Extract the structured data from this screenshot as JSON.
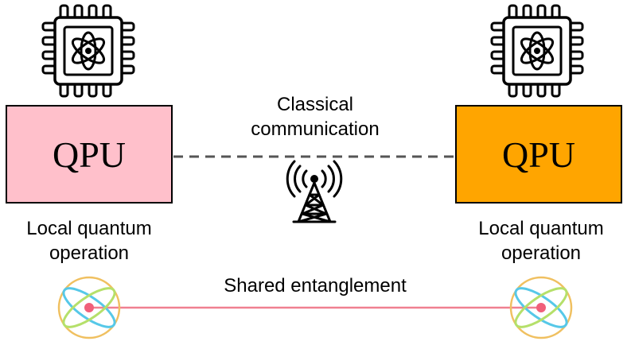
{
  "left_node": {
    "qpu_label": "QPU",
    "caption_line1": "Local quantum",
    "caption_line2": "operation",
    "box_color": "#ffc0cb"
  },
  "right_node": {
    "qpu_label": "QPU",
    "caption_line1": "Local quantum",
    "caption_line2": "operation",
    "box_color": "#ffa500"
  },
  "classical_link": {
    "label_line1": "Classical",
    "label_line2": "communication",
    "style": "dashed",
    "color": "#555555"
  },
  "entanglement_link": {
    "label": "Shared entanglement",
    "color": "#f08090"
  },
  "icons": {
    "chip": "quantum-chip-icon",
    "tower": "radio-tower-icon",
    "atom": "atom-icon"
  },
  "atom_colors": {
    "orbit_blue": "#56c8e8",
    "orbit_green": "#b5e06a",
    "orbit_gold": "#f0c060",
    "nucleus": "#f0607a"
  }
}
